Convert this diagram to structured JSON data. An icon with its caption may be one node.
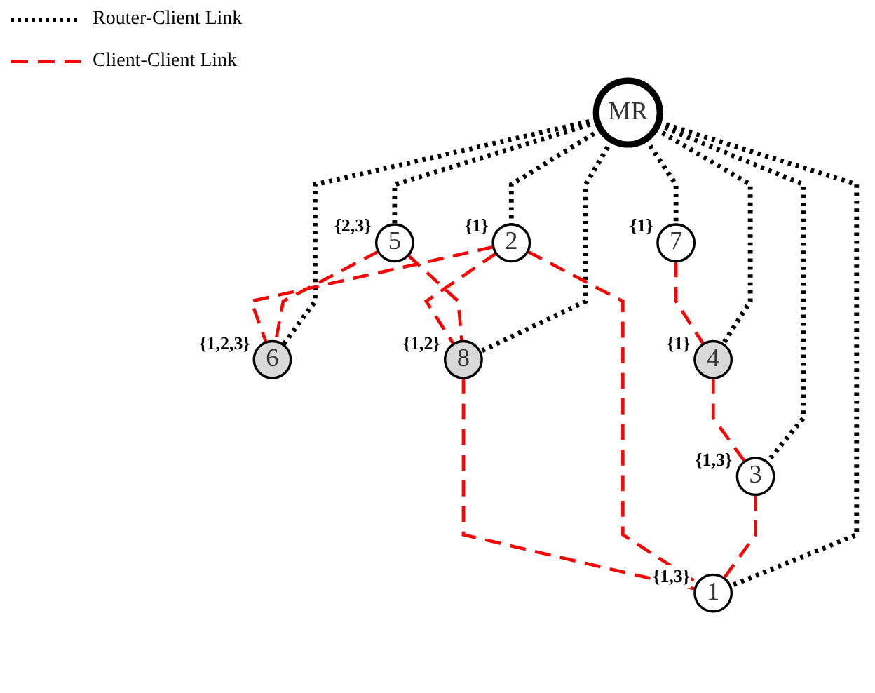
{
  "diagram": {
    "nodes": [
      {
        "text": [
          "7"
        ],
        "beside": [
          "{1}"
        ]
      },
      {
        "text": [
          "6"
        ],
        "beside": [
          "{1,2,3}"
        ]
      },
      {
        "text": [
          "5"
        ],
        "beside": [
          "{2,3}"
        ]
      },
      {
        "text": [
          "2"
        ],
        "beside": [
          "{1}"
        ]
      },
      {
        "text": [
          "4"
        ],
        "beside": [
          "{1}"
        ]
      },
      {
        "text": [
          "MR"
        ]
      },
      {
        "text": [
          "8"
        ],
        "beside": [
          "{1,2}"
        ]
      },
      {
        "text": [
          "3"
        ],
        "beside": [
          "{1,3}"
        ]
      },
      {
        "text": [
          "1"
        ],
        "beside": [
          "{1,3}"
        ]
      }
    ],
    "edges": [
      {
        "from": 5,
        "to": 0,
        "arrow": "none",
        "style": "dashed",
        "color": "#000000"
      },
      {
        "from": 5,
        "to": 2,
        "arrow": "none",
        "style": "dashed",
        "color": "#000000"
      },
      {
        "from": 5,
        "to": 3,
        "arrow": "none",
        "style": "dashed",
        "color": "#000000"
      },
      {
        "from": 5,
        "to": 1,
        "arrow": "none",
        "style": "dashed",
        "color": "#000000"
      },
      {
        "from": 5,
        "to": 4,
        "arrow": "none",
        "style": "dashed",
        "color": "#000000"
      },
      {
        "from": 5,
        "to": 6,
        "arrow": "none",
        "style": "dashed",
        "color": "#000000"
      },
      {
        "from": 5,
        "to": 7,
        "arrow": "none",
        "style": "dashed",
        "color": "#000000"
      },
      {
        "from": 5,
        "to": 8,
        "arrow": "none",
        "style": "dashed",
        "color": "#000000"
      },
      {
        "from": 0,
        "to": 4,
        "arrow": "none",
        "style": "dashed",
        "color": "#ff0000"
      },
      {
        "from": 4,
        "to": 7,
        "arrow": "none",
        "style": "dashed",
        "color": "#ff0000"
      },
      {
        "from": 7,
        "to": 8,
        "arrow": "none",
        "style": "dashed",
        "color": "#ff0000"
      },
      {
        "from": 2,
        "to": 1,
        "arrow": "none",
        "style": "dashed",
        "color": "#ff0000"
      },
      {
        "from": 3,
        "to": 1,
        "arrow": "none",
        "style": "dashed",
        "color": "#ff0000"
      },
      {
        "from": 2,
        "to": 6,
        "arrow": "none",
        "style": "dashed",
        "color": "#ff0000"
      },
      {
        "from": 3,
        "to": 6,
        "arrow": "none",
        "style": "dashed",
        "color": "#ff0000"
      },
      {
        "from": 3,
        "to": 8,
        "arrow": "none",
        "style": "dashed",
        "color": "#ff0000"
      },
      {
        "from": 6,
        "to": 8,
        "arrow": "none",
        "style": "dashed",
        "color": "#ff0000"
      }
    ],
    "legend": [
      {
        "text": "Router-Client Link"
      },
      {
        "text": "Client-Client Link"
      }
    ]
  }
}
